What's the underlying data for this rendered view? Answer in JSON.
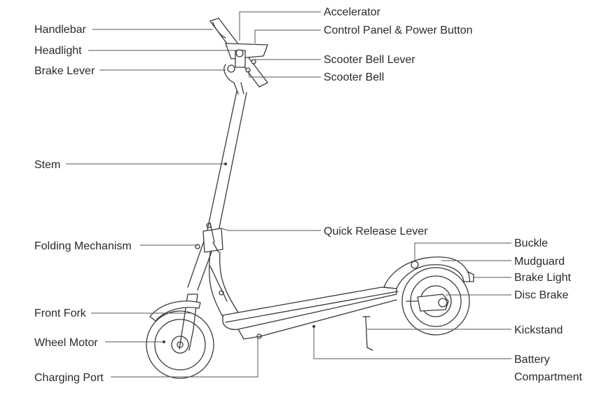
{
  "labels": {
    "handlebar": "Handlebar",
    "headlight": "Headlight",
    "brake_lever": "Brake Lever",
    "stem": "Stem",
    "folding_mechanism": "Folding Mechanism",
    "front_fork": "Front Fork",
    "wheel_motor": "Wheel Motor",
    "charging_port": "Charging Port",
    "accelerator": "Accelerator",
    "control_panel": "Control Panel & Power Button",
    "scooter_bell_lever": "Scooter Bell Lever",
    "scooter_bell": "Scooter Bell",
    "quick_release_lever": "Quick Release Lever",
    "buckle": "Buckle",
    "mudguard": "Mudguard",
    "brake_light": "Brake Light",
    "disc_brake": "Disc Brake",
    "kickstand": "Kickstand",
    "battery_compartment_line1": "Battery",
    "battery_compartment_line2": "Compartment"
  }
}
